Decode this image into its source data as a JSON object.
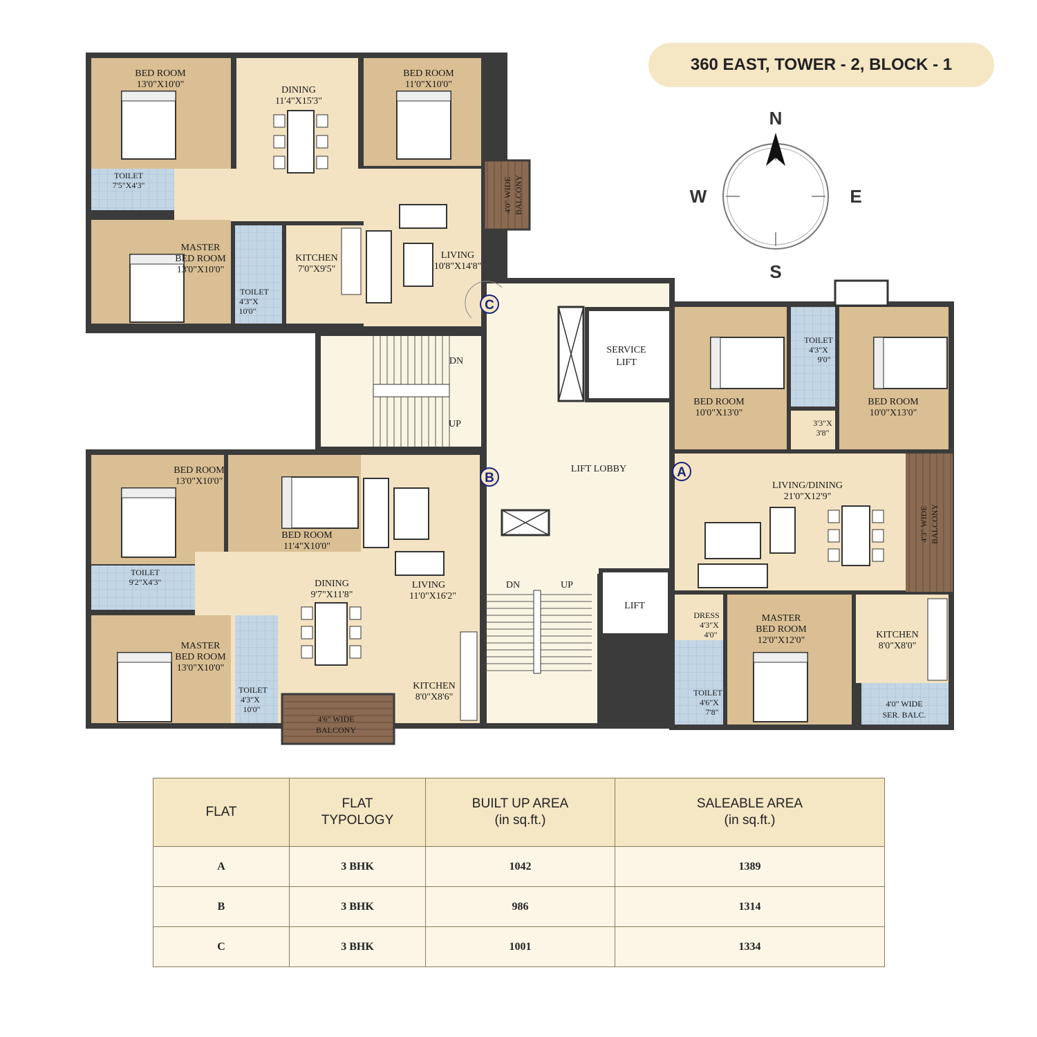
{
  "title": "360 EAST, TOWER - 2, BLOCK - 1",
  "compass": {
    "n": "N",
    "s": "S",
    "e": "E",
    "w": "W"
  },
  "flat_markers": {
    "a": "A",
    "b": "B",
    "c": "C"
  },
  "rooms": {
    "c_bed1": {
      "name": "BED ROOM",
      "size": "13'0\"X10'0\""
    },
    "c_dining": {
      "name": "DINING",
      "size": "11'4\"X15'3\""
    },
    "c_bed2": {
      "name": "BED ROOM",
      "size": "11'0\"X10'0\""
    },
    "c_toilet1": {
      "name": "TOILET",
      "size": "7'5\"X4'3\""
    },
    "c_balcony": {
      "line1": "4'0\" WIDE",
      "line2": "BALCONY"
    },
    "c_master": {
      "name1": "MASTER",
      "name2": "BED ROOM",
      "size": "13'0\"X10'0\""
    },
    "c_kitchen": {
      "name": "KITCHEN",
      "size": "7'0\"X9'5\""
    },
    "c_living": {
      "name": "LIVING",
      "size": "10'8\"X14'8\""
    },
    "c_toilet2": {
      "name": "TOILET",
      "size1": "4'3\"X",
      "size2": "10'0\""
    },
    "stair_top": {
      "dn": "DN",
      "up": "UP"
    },
    "service_lift": {
      "line1": "SERVICE",
      "line2": "LIFT"
    },
    "lift_lobby": "LIFT LOBBY",
    "lift": "LIFT",
    "stair_bottom": {
      "dn": "DN",
      "up": "UP"
    },
    "b_bed1": {
      "name": "BED ROOM",
      "size": "13'0\"X10'0\""
    },
    "b_bed2": {
      "name": "BED ROOM",
      "size": "11'4\"X10'0\""
    },
    "b_toilet1": {
      "name": "TOILET",
      "size": "9'2\"X4'3\""
    },
    "b_dining": {
      "name": "DINING",
      "size": "9'7\"X11'8\""
    },
    "b_living": {
      "name": "LIVING",
      "size": "11'0\"X16'2\""
    },
    "b_master": {
      "name1": "MASTER",
      "name2": "BED ROOM",
      "size": "13'0\"X10'0\""
    },
    "b_toilet2": {
      "name": "TOILET",
      "size1": "4'3\"X",
      "size2": "10'0\""
    },
    "b_balcony": {
      "line1": "4'6\" WIDE",
      "line2": "BALCONY"
    },
    "b_kitchen": {
      "name": "KITCHEN",
      "size": "8'0\"X8'6\""
    },
    "a_bed1": {
      "name": "BED ROOM",
      "size": "10'0\"X13'0\""
    },
    "a_toilet1": {
      "name": "TOILET",
      "size1": "4'3\"X",
      "size2": "9'0\""
    },
    "a_bed2": {
      "name": "BED ROOM",
      "size": "10'0\"X13'0\""
    },
    "a_store": {
      "size1": "3'3\"X",
      "size2": "3'8\""
    },
    "a_living": {
      "name": "LIVING/DINING",
      "size": "21'0\"X12'9\""
    },
    "a_balcony": {
      "line1": "4'3\" WIDE",
      "line2": "BALCONY"
    },
    "a_dress": {
      "name": "DRESS",
      "size1": "4'3\"X",
      "size2": "4'0\""
    },
    "a_master": {
      "name1": "MASTER",
      "name2": "BED ROOM",
      "size": "12'0\"X12'0\""
    },
    "a_toilet2": {
      "name": "TOILET",
      "size1": "4'6\"X",
      "size2": "7'8\""
    },
    "a_kitchen": {
      "name": "KITCHEN",
      "size": "8'0\"X8'0\""
    },
    "a_ser_balc": {
      "line1": "4'0\" WIDE",
      "line2": "SER. BALC."
    }
  },
  "table": {
    "headers": [
      {
        "line1": "FLAT",
        "line2": ""
      },
      {
        "line1": "FLAT",
        "line2": "TYPOLOGY"
      },
      {
        "line1": "BUILT UP AREA",
        "line2": "(in sq.ft.)"
      },
      {
        "line1": "SALEABLE AREA",
        "line2": "(in sq.ft.)"
      }
    ],
    "rows": [
      {
        "flat": "A",
        "typology": "3 BHK",
        "built_up": "1042",
        "saleable": "1389"
      },
      {
        "flat": "B",
        "typology": "3 BHK",
        "built_up": "986",
        "saleable": "1314"
      },
      {
        "flat": "C",
        "typology": "3 BHK",
        "built_up": "1001",
        "saleable": "1334"
      }
    ]
  },
  "colors": {
    "bedroom": "#d9bf93",
    "living": "#f3e3c2",
    "toilet": "#b9cfe0",
    "balcony": "#8a6a52",
    "common": "#faf5e3",
    "wall": "#3b3b3b",
    "header_bg": "#f5e6c4",
    "row_bg": "#fdf6e6"
  }
}
